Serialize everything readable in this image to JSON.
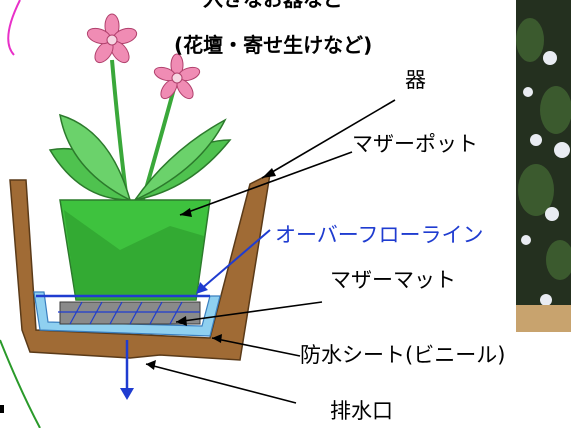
{
  "diagram": {
    "top_cut_text": "入きなお器など",
    "subtitle": "(花壇・寄せ生けなど)",
    "labels": {
      "container": "器",
      "mother_pot": "マザーポット",
      "overflow_line": "オーバーフローライン",
      "mother_mat": "マザーマット",
      "waterproof_sheet": "防水シート(ビニール)",
      "drain": "排水口"
    },
    "colors": {
      "container_brown": "#a06b35",
      "pot_green": "#3ec23e",
      "overflow_blue": "#1f3cd0",
      "border_pink": "#e830c8",
      "border_green": "#2a9a2a"
    }
  }
}
